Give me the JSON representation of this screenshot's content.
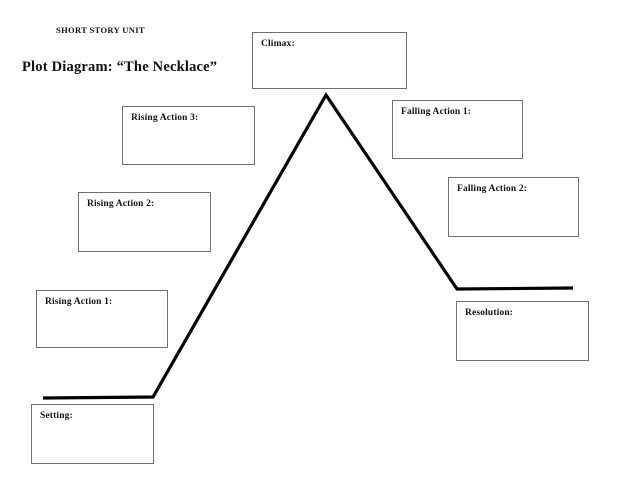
{
  "document": {
    "unit_label": "SHORT STORY UNIT",
    "title": "Plot Diagram: “The Necklace”"
  },
  "diagram": {
    "line_color": "#000000",
    "box_border_color": "#6f6f6f",
    "background_color": "#ffffff",
    "stages": [
      {
        "key": "climax",
        "label": "Climax:"
      },
      {
        "key": "rising3",
        "label": "Rising Action 3:"
      },
      {
        "key": "rising2",
        "label": "Rising Action 2:"
      },
      {
        "key": "rising1",
        "label": "Rising Action 1:"
      },
      {
        "key": "setting",
        "label": "Setting:"
      },
      {
        "key": "falling1",
        "label": "Falling Action 1:"
      },
      {
        "key": "falling2",
        "label": "Falling Action 2:"
      },
      {
        "key": "resolution",
        "label": "Resolution:"
      }
    ]
  }
}
